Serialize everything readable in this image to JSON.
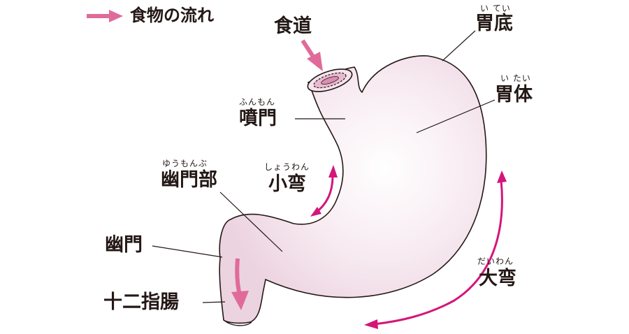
{
  "legend": {
    "text": "食物の流れ",
    "arrow_color": "#e06b9a"
  },
  "colors": {
    "stomach_fill": "#f5e4ee",
    "outline": "#231815",
    "flow_arrow": "#e06b9a",
    "curvature_arrow": "#d4157a"
  },
  "labels": {
    "esophagus": {
      "text": "食道"
    },
    "fundus": {
      "text": "胃底",
      "ruby": "い てい"
    },
    "body": {
      "text": "胃体",
      "ruby": "い たい"
    },
    "cardia": {
      "text": "噴門",
      "ruby": "ふんもん"
    },
    "pyloric_part": {
      "text": "幽門部",
      "ruby": "ゆうもんぶ"
    },
    "lesser_curvature": {
      "text": "小弯",
      "ruby": "しょうわん"
    },
    "pylorus": {
      "text": "幽門"
    },
    "duodenum": {
      "text": "十二指腸"
    },
    "greater_curvature": {
      "text": "大弯",
      "ruby": "だいわん"
    }
  }
}
